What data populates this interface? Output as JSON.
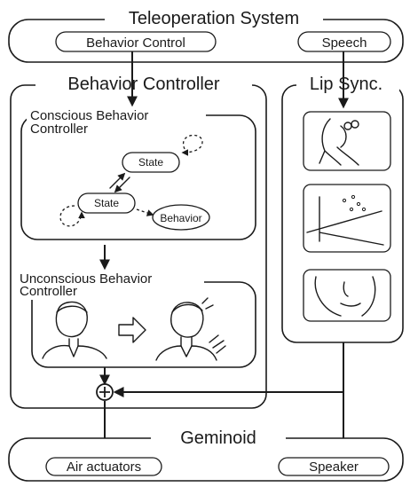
{
  "teleoperation": {
    "title": "Teleoperation System",
    "behavior_control": "Behavior Control",
    "speech": "Speech"
  },
  "behavior_controller": {
    "title": "Behavior Controller",
    "conscious": {
      "title_line1": "Conscious Behavior",
      "title_line2": "Controller",
      "state_top": "State",
      "state_left": "State",
      "behavior": "Behavior"
    },
    "unconscious": {
      "title_line1": "Unconscious Behavior",
      "title_line2": "Controller"
    }
  },
  "lip_sync": {
    "title": "Lip Sync."
  },
  "geminoid": {
    "title": "Geminoid",
    "air_actuators": "Air actuators",
    "speaker": "Speaker"
  }
}
